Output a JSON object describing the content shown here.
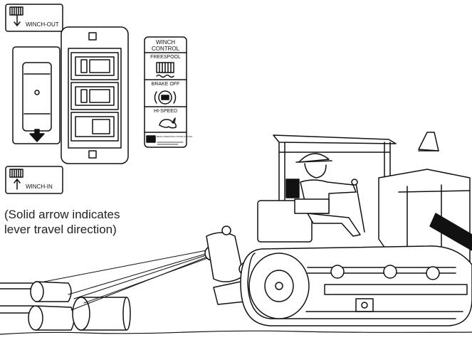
{
  "labels": {
    "winch_out": "WINCH-OUT",
    "winch_in": "WINCH-IN"
  },
  "control_plate": {
    "title_line1": "WINCH",
    "title_line2": "CONTROL",
    "freespool": "FREESPOOL",
    "brake_off": "BRAKE OFF",
    "hi_speed": "HI-SPEED",
    "footer": "READ OPERATING INSTRUCTIONS"
  },
  "caption": {
    "line1": "(Solid arrow indicates",
    "line2": "lever travel direction)"
  },
  "icons": [
    "winch-drum-icon",
    "down-arrow-icon",
    "up-arrow-icon",
    "brake-icon",
    "rabbit-icon"
  ]
}
